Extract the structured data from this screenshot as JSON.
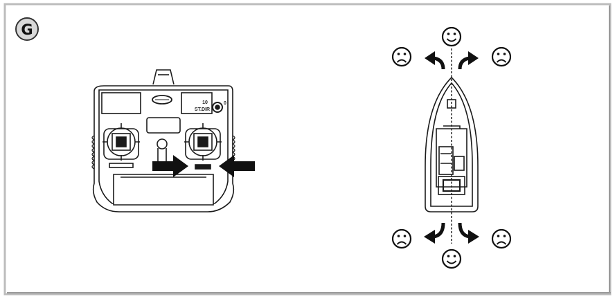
{
  "figure": {
    "badge": "G",
    "transmitter": {
      "trim_label_top": "10",
      "trim_label": "ST.DIR",
      "trim_label_side": "0",
      "press_arrow_icon": "arrow-right-icon"
    },
    "boat": {
      "outcomes": {
        "straight": "happy-face-icon",
        "veer": "sad-face-icon",
        "turn_arrow": "curved-arrow-icon"
      }
    },
    "colors": {
      "line": "#1a1a1a",
      "frame": "#bcbcbc",
      "badge_fill": "#d9d9d9",
      "arrow": "#111111"
    }
  }
}
